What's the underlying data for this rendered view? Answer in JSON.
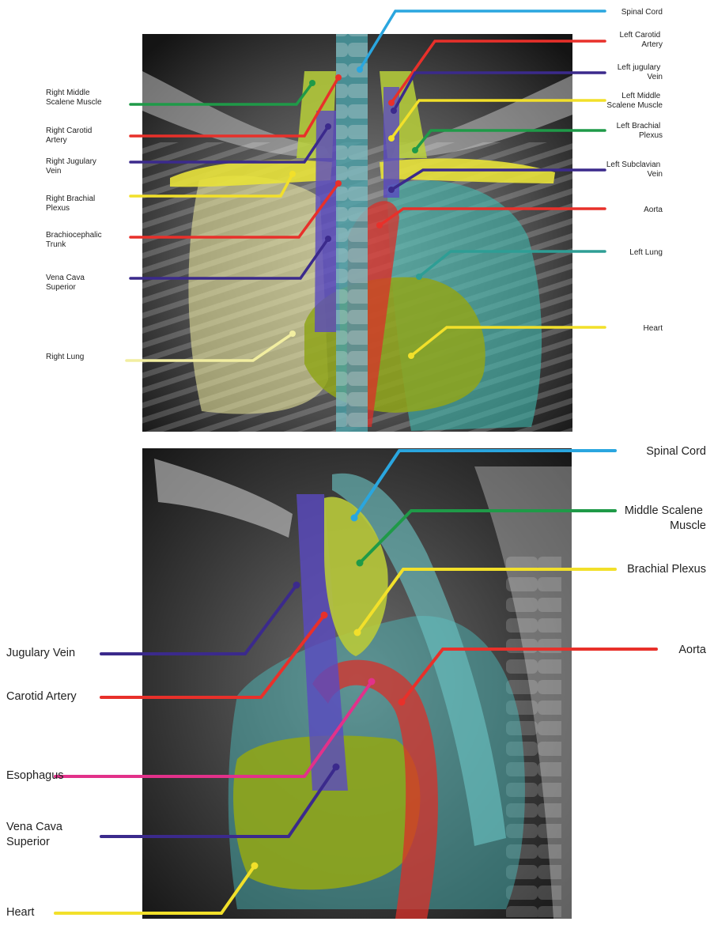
{
  "top_panel": {
    "labels": {
      "spinal_cord": [
        "Spinal Cord"
      ],
      "left_carotid_artery": [
        "Left Carotid",
        "Artery"
      ],
      "left_jugulary_vein": [
        "Left jugulary",
        "Vein"
      ],
      "left_middle_scalene_muscle": [
        "Left Middle",
        "Scalene Muscle"
      ],
      "left_brachial_plexus": [
        "Left Brachial",
        "Plexus"
      ],
      "left_subclavian_vein": [
        "Left Subclavian",
        "Vein"
      ],
      "aorta": [
        "Aorta"
      ],
      "left_lung": [
        "Left Lung"
      ],
      "heart": [
        "Heart"
      ],
      "right_middle_scalene_muscle": [
        "Right Middle",
        "Scalene Muscle"
      ],
      "right_carotid_artery": [
        "Right Carotid",
        "Artery"
      ],
      "right_jugulary_vein": [
        "Right Jugulary",
        "Vein"
      ],
      "right_brachial_plexus": [
        "Right Brachial",
        "Plexus"
      ],
      "brachiocephalic_trunk": [
        "Brachiocephalic",
        "Trunk"
      ],
      "vena_cava_superior": [
        "Vena Cava",
        "Superior"
      ],
      "right_lung": [
        "Right Lung"
      ]
    }
  },
  "bottom_panel": {
    "labels": {
      "spinal_cord": [
        "Spinal Cord"
      ],
      "middle_scalene_muscle": [
        "Middle Scalene",
        "Muscle"
      ],
      "brachial_plexus": [
        "Brachial Plexus"
      ],
      "aorta": [
        "Aorta"
      ],
      "jugulary_vein": [
        "Jugulary Vein"
      ],
      "carotid_artery": [
        "Carotid Artery"
      ],
      "esophagus": [
        "Esophagus"
      ],
      "vena_cava_superior": [
        "Vena Cava",
        "Superior"
      ],
      "heart": [
        "Heart"
      ]
    }
  },
  "structure_colors": {
    "spinal_cord": "#2aa6df",
    "artery": "#e8302a",
    "vein": "#3b2a8c",
    "muscle": "#1f9a48",
    "plexus": "#f2e02a",
    "lung_left": "#2e9e95",
    "lung_right": "#f2eea0",
    "heart": "#f2e02a",
    "esophagus": "#e2318a"
  }
}
